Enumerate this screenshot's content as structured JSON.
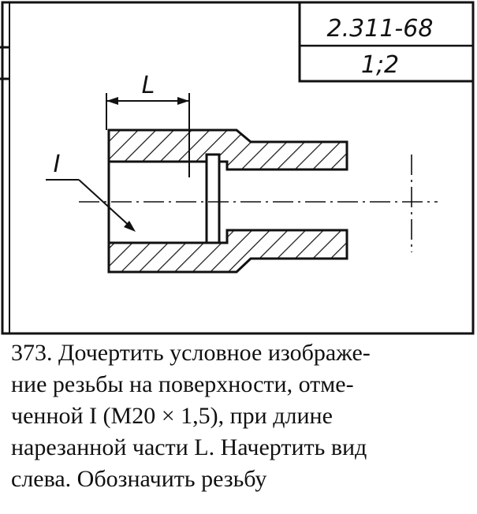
{
  "title_block": {
    "standard": "2.311-68",
    "scale": "1;2"
  },
  "drawing": {
    "dimension_label": "L",
    "surface_label": "I"
  },
  "caption": {
    "number": "373.",
    "lines": [
      "Дочертить условное изображе-",
      "ние резьбы на поверхности, отме-",
      "ченной I (M20 × 1,5), при длине",
      "нарезанной части L. Начертить вид",
      "слева. Обозначить резьбу"
    ]
  }
}
